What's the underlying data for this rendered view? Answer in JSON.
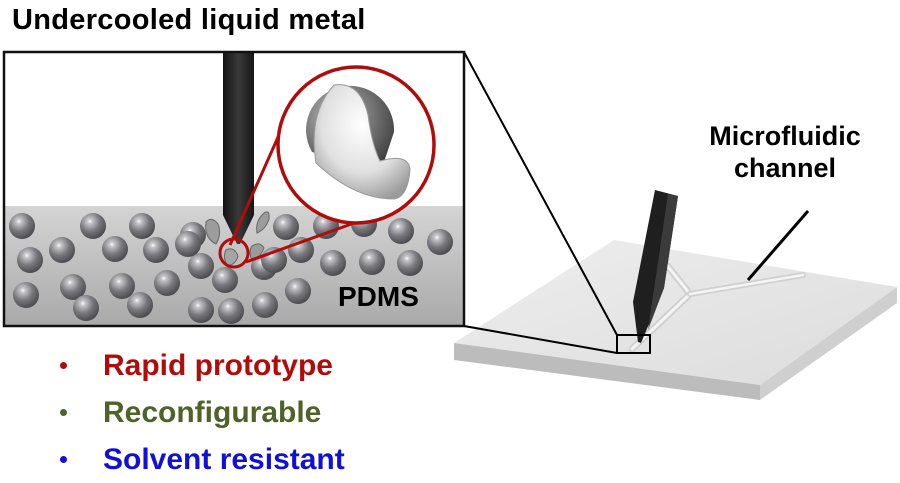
{
  "title": "Undercooled liquid metal",
  "inset_label": "PDMS",
  "side_label": {
    "line1": "Microfluidic",
    "line2": "channel"
  },
  "bullets": [
    {
      "text": "Rapid prototype",
      "color": "#b00c0c"
    },
    {
      "text": "Reconfigurable",
      "color": "#4f6228"
    },
    {
      "text": "Solvent resistant",
      "color": "#1010d8"
    }
  ],
  "colors": {
    "magnifier_ring": "#b00c0c",
    "pdms_fill": "#b8b8b8",
    "probe": "#222222",
    "substrate_top": "#e6e6e6",
    "substrate_side": "#c8c8c8"
  }
}
